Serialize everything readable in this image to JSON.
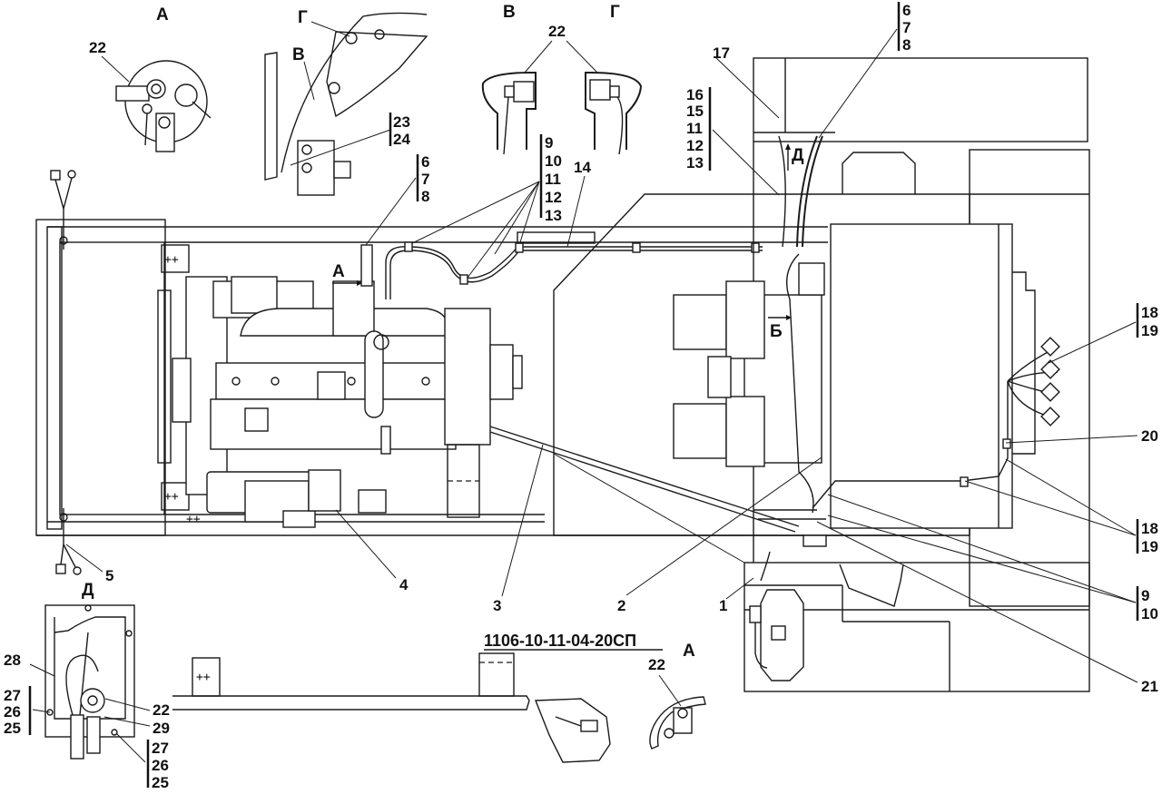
{
  "document_code": "1106-10-11-04-20СП",
  "colors": {
    "line": "#1a1a1a",
    "background": "#ffffff"
  },
  "view_labels": {
    "A_top": "А",
    "V_top": "В",
    "G_top": "Г",
    "V_inset": "В",
    "G_inset": "Г",
    "A_arrow": "А",
    "B_arrow": "Б",
    "D_arrow": "Д",
    "D_view": "Д",
    "A_bottom": "А"
  },
  "callouts": {
    "c22_A": "22",
    "c22_VG": "22",
    "c23_24": [
      "23",
      "24"
    ],
    "c6_7_8_left": [
      "6",
      "7",
      "8"
    ],
    "c9_13": [
      "9",
      "10",
      "11",
      "12",
      "13"
    ],
    "c14": "14",
    "c17": "17",
    "c16_13": [
      "16",
      "15",
      "11",
      "12",
      "13"
    ],
    "c6_7_8_right": [
      "6",
      "7",
      "8"
    ],
    "c18_19_top": [
      "18",
      "19"
    ],
    "c20": "20",
    "c18_19_bottom": [
      "18",
      "19"
    ],
    "c9_10": [
      "9",
      "10"
    ],
    "c21": "21",
    "c1": "1",
    "c2": "2",
    "c3": "3",
    "c4": "4",
    "c5": "5",
    "c28": "28",
    "c27_25_left": [
      "27",
      "26",
      "25"
    ],
    "c22_D": "22",
    "c29": "29",
    "c27_25_bottom": [
      "27",
      "26",
      "25"
    ],
    "c22_A_bottom": "22"
  },
  "battery_marks": "++"
}
